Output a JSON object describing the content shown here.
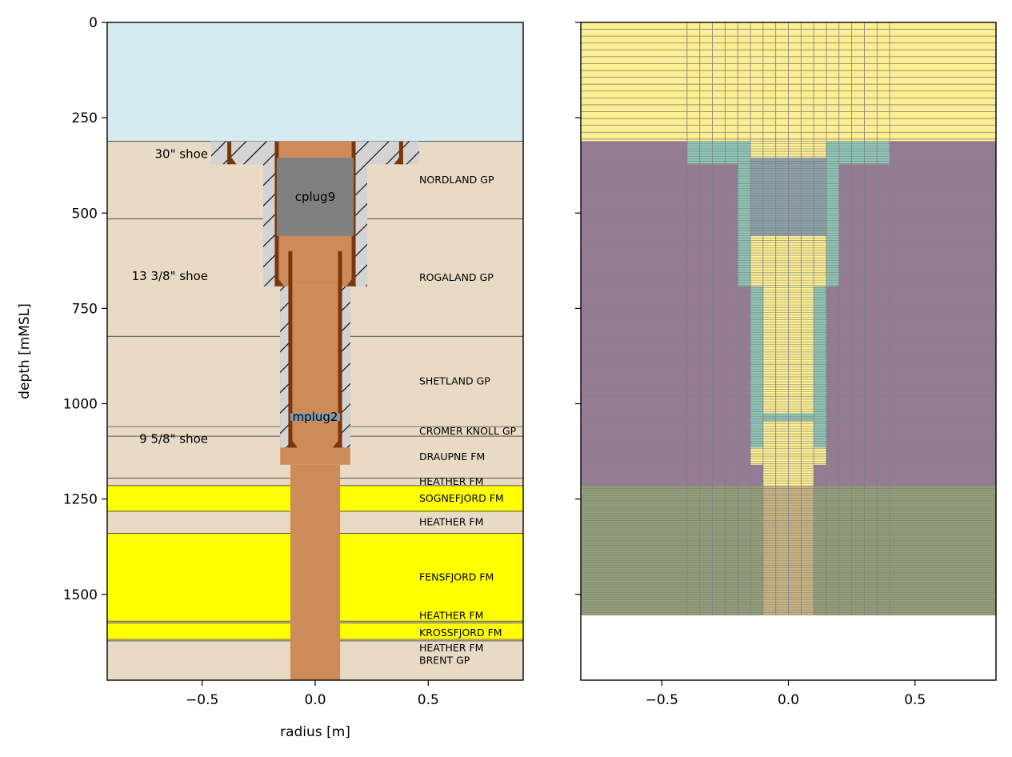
{
  "chart_data": [
    {
      "type": "well-schematic",
      "xlabel": "radius [m]",
      "ylabel": "depth [mMSL]",
      "xlim": [
        -0.92,
        0.92
      ],
      "ylim": [
        1725,
        0
      ],
      "xticks": [
        -0.5,
        0.0,
        0.5
      ],
      "xtick_labels": [
        "−0.5",
        "0.0",
        "0.5"
      ],
      "yticks": [
        0,
        250,
        500,
        750,
        1000,
        1250,
        1500
      ],
      "ytick_labels": [
        "0",
        "250",
        "500",
        "750",
        "1000",
        "1250",
        "1500"
      ],
      "sea": {
        "top": 0,
        "bottom": 312,
        "color": "#d4ebf0"
      },
      "formations": [
        {
          "name": "NORDLAND GP",
          "top": 312,
          "bottom": 515,
          "color": "#e8dac4"
        },
        {
          "name": "ROGALAND GP",
          "top": 515,
          "bottom": 823,
          "color": "#e8dac4"
        },
        {
          "name": "SHETLAND GP",
          "top": 823,
          "bottom": 1060,
          "color": "#e8dac4"
        },
        {
          "name": "CROMER KNOLL GP",
          "top": 1060,
          "bottom": 1085,
          "color": "#e8dac4"
        },
        {
          "name": "DRAUPNE FM",
          "top": 1085,
          "bottom": 1195,
          "color": "#e8dac4"
        },
        {
          "name": "HEATHER FM",
          "top": 1195,
          "bottom": 1215,
          "color": "#e8dac4"
        },
        {
          "name": "SOGNEFJORD FM",
          "top": 1215,
          "bottom": 1282,
          "color": "#ffff00"
        },
        {
          "name": "HEATHER FM",
          "top": 1282,
          "bottom": 1340,
          "color": "#e8dac4"
        },
        {
          "name": "FENSFJORD FM",
          "top": 1340,
          "bottom": 1570,
          "color": "#ffff00"
        },
        {
          "name": "HEATHER FM",
          "top": 1570,
          "bottom": 1575,
          "color": "#e8dac4"
        },
        {
          "name": "KROSSFJORD FM",
          "top": 1575,
          "bottom": 1618,
          "color": "#ffff00"
        },
        {
          "name": "HEATHER FM",
          "top": 1618,
          "bottom": 1622,
          "color": "#e8dac4"
        },
        {
          "name": "BRENT GP",
          "top": 1622,
          "bottom": 1725,
          "color": "#e8dac4"
        }
      ],
      "casings": [
        {
          "name": "30\" shoe",
          "r_in": 0.38,
          "r_out": 0.46,
          "top": 312,
          "shoe": 372
        },
        {
          "name": "13 3/8\" shoe",
          "r_in": 0.17,
          "r_out": 0.22,
          "top": 312,
          "shoe": 692
        },
        {
          "name": "9 5/8\" shoe",
          "r_in": 0.11,
          "r_out": 0.155,
          "top": 600,
          "shoe": 1115
        }
      ],
      "plugs": [
        {
          "name": "cplug9",
          "top": 355,
          "bottom": 560,
          "r": 0.17,
          "color": "#808080"
        },
        {
          "name": "mplug2",
          "top": 1025,
          "bottom": 1045,
          "r": 0.11,
          "color": "#7f9aa8"
        }
      ],
      "colors": {
        "cement": "#cd8b5a",
        "casing": "#7a3608",
        "hatch_bg": "#d3d3d3",
        "frame": "#000000"
      }
    },
    {
      "type": "mesh",
      "xlim": [
        -0.82,
        0.82
      ],
      "ylim": [
        1725,
        0
      ],
      "xticks": [
        -0.5,
        0.0,
        0.5
      ],
      "xtick_labels": [
        "−0.5",
        "0.0",
        "0.5"
      ],
      "mesh_bottom": 1555,
      "colors": {
        "water": "#fdee91",
        "overburden": "#977b96",
        "cement": "#8cc4b4",
        "reservoir": "#919e76",
        "inner": "#fdee91",
        "gridline": "#808080"
      }
    }
  ]
}
